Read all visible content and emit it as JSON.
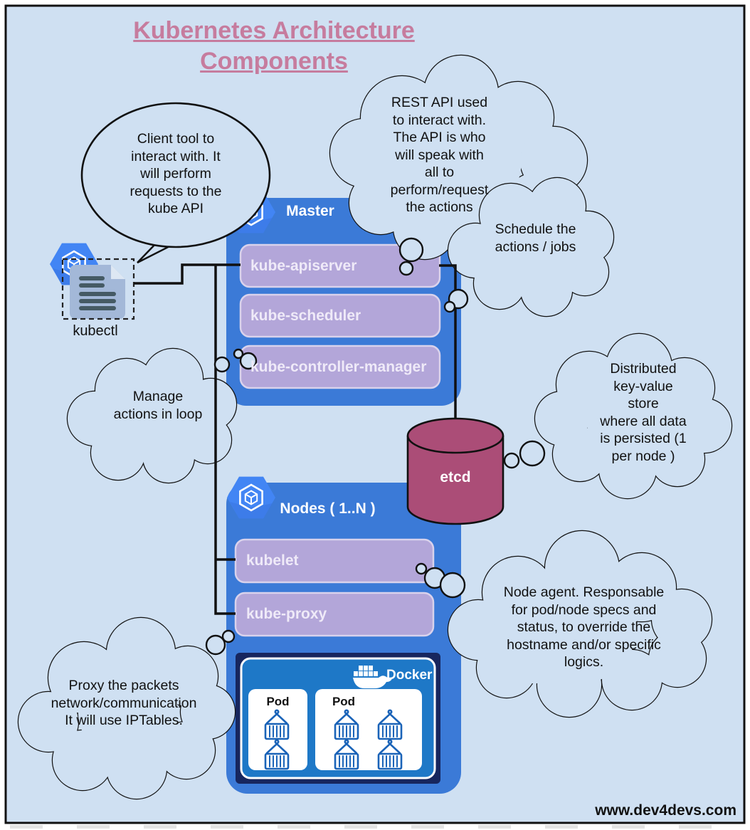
{
  "title": {
    "text": "Kubernetes Architecture\nComponents"
  },
  "footer": {
    "website": "www.dev4devs.com"
  },
  "kubectl": {
    "label": "kubectl"
  },
  "etcd": {
    "label": "etcd"
  },
  "master": {
    "label": "Master",
    "components": [
      "kube-apiserver",
      "kube-scheduler",
      "kube-controller-manager"
    ]
  },
  "nodes": {
    "label": "Nodes ( 1..N )",
    "components": [
      "kubelet",
      "kube-proxy"
    ],
    "docker": {
      "label": "Docker",
      "pods": [
        {
          "label": "Pod",
          "containers": 2
        },
        {
          "label": "Pod",
          "containers": 4
        }
      ]
    }
  },
  "callouts": {
    "client_tool": "Client tool to\ninteract with. It\nwill perform\nrequests to the\nkube API",
    "rest_api": "REST API  used\nto  interact with.\nThe API is who\nwill speak with\nall to\nperform/request\nthe actions",
    "schedule": "Schedule the\nactions / jobs",
    "manage": "Manage\nactions in loop",
    "etcd_store": "Distributed\nkey-value\nstore\nwhere all data\nis persisted (1\nper node )",
    "kubelet_agent": "Node agent. Responsable\nfor pod/node specs and\nstatus, to override the\nhostname and/or specific\nlogics.",
    "kube_proxy": "Proxy the packets\nnetwork/communication\nIt will use IPTables."
  },
  "colors": {
    "background": "#cfe0f2",
    "box_blue": "#3b7ad7",
    "component_purple": "#b3a6d9",
    "etcd_maroon": "#ab4d77",
    "title_pink": "#c67c9e",
    "docker_blue": "#1e78c7",
    "docker_frame": "#17265e",
    "badge_blue": "#4285f4"
  }
}
